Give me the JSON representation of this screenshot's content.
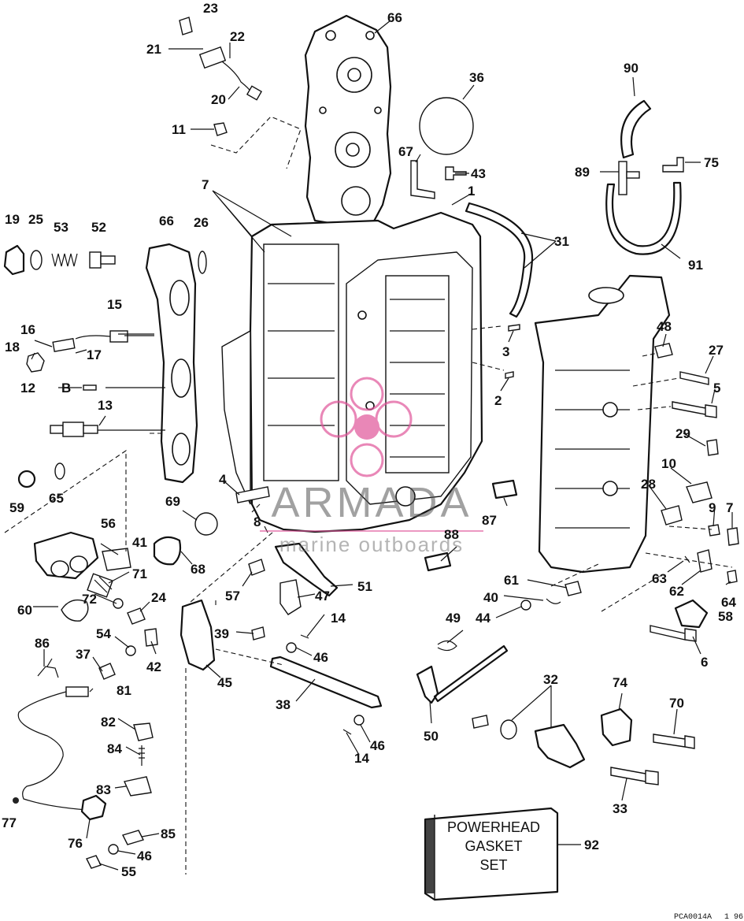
{
  "diagram": {
    "callouts": {
      "c1": "1",
      "c2": "2",
      "c3": "3",
      "c4": "4",
      "c5": "5",
      "c6": "6",
      "c7a": "7",
      "c7b": "7",
      "c8": "8",
      "c9": "9",
      "c10": "10",
      "c11": "11",
      "c12": "12",
      "c13": "13",
      "c14a": "14",
      "c14b": "14",
      "c15": "15",
      "c16": "16",
      "c17": "17",
      "c18": "18",
      "c19": "19",
      "c20": "20",
      "c21": "21",
      "c22": "22",
      "c23": "23",
      "c24": "24",
      "c25": "25",
      "c26": "26",
      "c27": "27",
      "c28": "28",
      "c29": "29",
      "c31": "31",
      "c32": "32",
      "c33": "33",
      "c36": "36",
      "c37": "37",
      "c38": "38",
      "c39": "39",
      "c40": "40",
      "c41": "41",
      "c42": "42",
      "c43": "43",
      "c44": "44",
      "c45": "45",
      "c46a": "46",
      "c46b": "46",
      "c46c": "46",
      "c47": "47",
      "c48": "48",
      "c49": "49",
      "c50": "50",
      "c51": "51",
      "c52": "52",
      "c53": "53",
      "c54": "54",
      "c55": "55",
      "c56": "56",
      "c57": "57",
      "c58": "58",
      "c59": "59",
      "c60": "60",
      "c61": "61",
      "c62": "62",
      "c63": "63",
      "c64": "64",
      "c65": "65",
      "c66a": "66",
      "c66b": "66",
      "c67": "67",
      "c68": "68",
      "c69": "69",
      "c70": "70",
      "c71": "71",
      "c72": "72",
      "c74": "74",
      "c75": "75",
      "c76": "76",
      "c77": "77",
      "c81": "81",
      "c82": "82",
      "c83": "83",
      "c84": "84",
      "c85": "85",
      "c86": "86",
      "c87": "87",
      "c88": "88",
      "c89": "89",
      "c90": "90",
      "c91": "91",
      "c92": "92"
    },
    "gasket_box": {
      "line1": "POWERHEAD",
      "line2": "GASKET",
      "line3": "SET"
    },
    "letter_b": "B",
    "reference": "PCA0014A",
    "reference_suffix": "1 96"
  },
  "watermark": {
    "title": "ARMADA",
    "subtitle": "marine outboards",
    "accent_color": "#e0559a"
  }
}
